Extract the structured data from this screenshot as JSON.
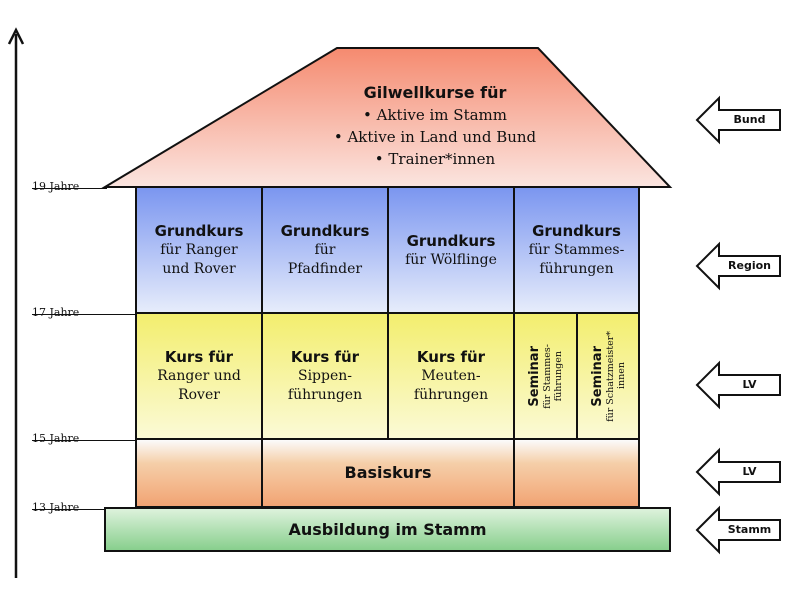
{
  "ages": [
    "19 Jahre",
    "17 Jahre",
    "15 Jahre",
    "13 Jahre"
  ],
  "roof": {
    "title": "Gilwellkurse für",
    "lines": [
      "• Aktive im Stamm",
      "• Aktive in Land und Bund",
      "• Trainer*innen"
    ]
  },
  "blue_row": [
    {
      "title": "Grundkurs",
      "text": [
        "für Ranger",
        "und Rover"
      ]
    },
    {
      "title": "Grundkurs",
      "text": [
        "für",
        "Pfadfinder"
      ]
    },
    {
      "title": "Grundkurs",
      "text": [
        "für Wölflinge"
      ]
    },
    {
      "title": "Grundkurs",
      "text": [
        "für Stammes-",
        "führungen"
      ]
    }
  ],
  "yellow_row": [
    {
      "title": "Kurs für",
      "text": [
        "Ranger und",
        "Rover"
      ]
    },
    {
      "title": "Kurs für",
      "text": [
        "Sippen-",
        "führungen"
      ]
    },
    {
      "title": "Kurs für",
      "text": [
        "Meuten-",
        "führungen"
      ]
    }
  ],
  "seminars": [
    {
      "title": "Seminar",
      "text": [
        "für Stammes-",
        "führungen"
      ]
    },
    {
      "title": "Seminar",
      "text": [
        "für Schatzmeister*",
        "innen"
      ]
    }
  ],
  "basis": "Basiskurs",
  "foundation": "Ausbildung im Stamm",
  "arrows": [
    "Bund",
    "Region",
    "LV",
    "LV",
    "Stamm"
  ],
  "colors": {
    "roof": "#f69478",
    "blue": "#7b96f0",
    "yellow": "#f3ee6e",
    "orange": "#f2a373",
    "green": "#88cf8d"
  }
}
